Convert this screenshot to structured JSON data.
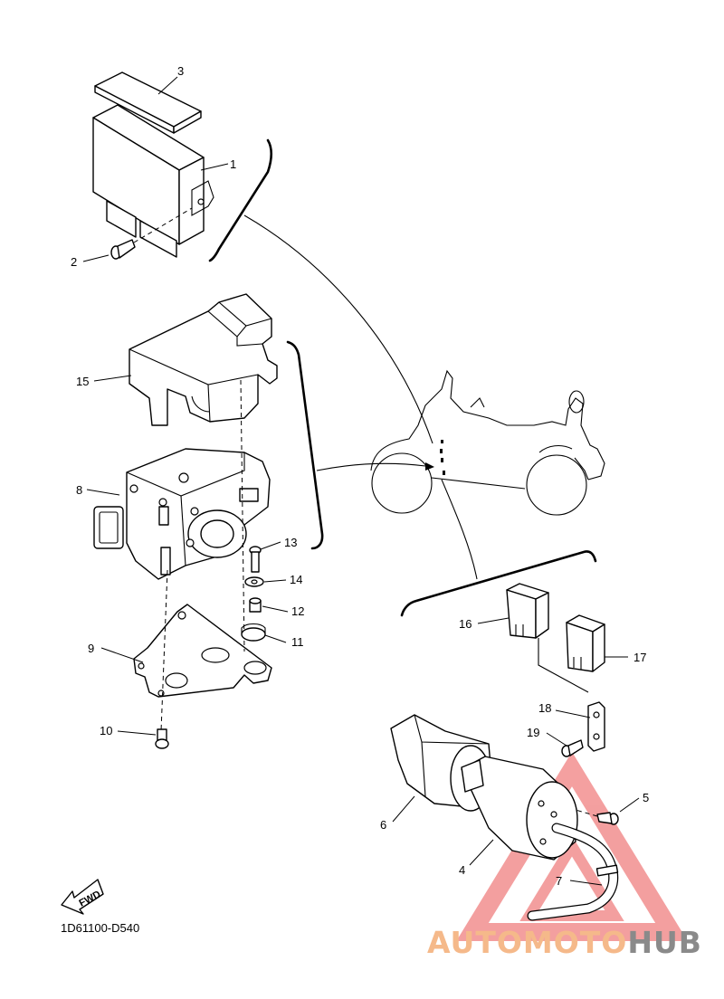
{
  "diagram": {
    "doc_code": "1D61100-D540",
    "fwd_label": "FWD",
    "callouts": [
      {
        "id": "c1",
        "label": "1"
      },
      {
        "id": "c2",
        "label": "2"
      },
      {
        "id": "c3",
        "label": "3"
      },
      {
        "id": "c4",
        "label": "4"
      },
      {
        "id": "c5",
        "label": "5"
      },
      {
        "id": "c6",
        "label": "6"
      },
      {
        "id": "c7",
        "label": "7"
      },
      {
        "id": "c8",
        "label": "8"
      },
      {
        "id": "c9",
        "label": "9"
      },
      {
        "id": "c10",
        "label": "10"
      },
      {
        "id": "c11",
        "label": "11"
      },
      {
        "id": "c12",
        "label": "12"
      },
      {
        "id": "c13",
        "label": "13"
      },
      {
        "id": "c14",
        "label": "14"
      },
      {
        "id": "c15",
        "label": "15"
      },
      {
        "id": "c16",
        "label": "16"
      },
      {
        "id": "c17",
        "label": "17"
      },
      {
        "id": "c18",
        "label": "18"
      },
      {
        "id": "c19",
        "label": "19"
      }
    ]
  },
  "watermark": {
    "part1": "AUTOMOTO",
    "part2": "HUB",
    "color1": "#f5b98a",
    "color2": "#8a8a8a",
    "logo_color": "#f08080"
  }
}
